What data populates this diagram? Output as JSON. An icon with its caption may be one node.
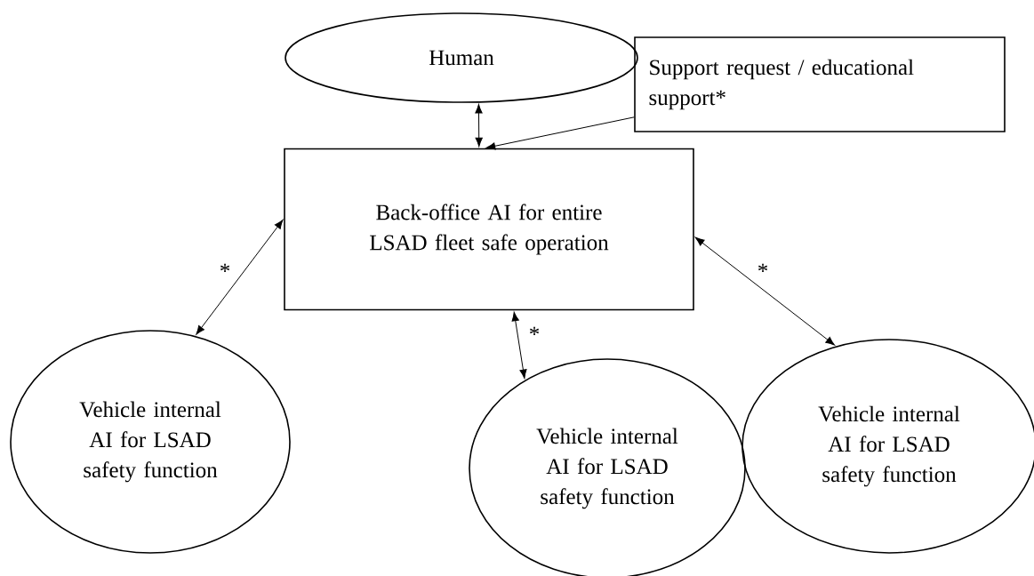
{
  "diagram": {
    "nodes": [
      {
        "text": [
          "Human"
        ]
      },
      {
        "text": [
          "Support request / educational support*"
        ]
      },
      {
        "text": [
          "Back-office AI for entire LSAD fleet safe operation"
        ]
      },
      {
        "text": [
          "Vehicle internal AI for LSAD safety function"
        ]
      },
      {
        "text": [
          "Vehicle internal AI for LSAD safety function"
        ]
      },
      {
        "text": [
          "Vehicle internal AI for LSAD safety function"
        ]
      }
    ],
    "edges": [
      {
        "from": 0,
        "to": 2,
        "arrow": "both"
      },
      {
        "from": 1,
        "to": 2,
        "arrow": "to"
      },
      {
        "from": 2,
        "to": 3,
        "arrow": "both",
        "label": "*"
      },
      {
        "from": 2,
        "to": 4,
        "arrow": "both",
        "label": "*"
      },
      {
        "from": 2,
        "to": 5,
        "arrow": "both",
        "label": "*"
      }
    ]
  }
}
